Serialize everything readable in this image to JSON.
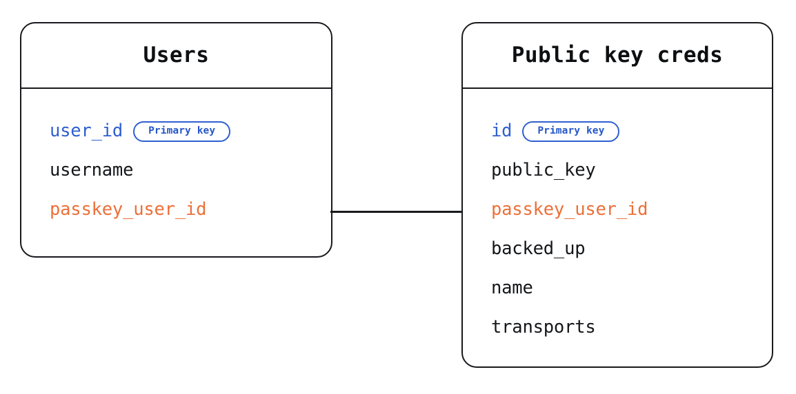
{
  "diagram": {
    "kind": "entity-relationship-diagram",
    "background_color": "#ffffff",
    "colors": {
      "border": "#17191c",
      "text_default": "#141619",
      "accent_blue": "#2f5fd0",
      "accent_orange": "#ec7039",
      "badge_border": "#2f5fd0",
      "badge_text": "#2557c9",
      "connector": "#17191c"
    },
    "entities": [
      {
        "id": "users",
        "title": "Users",
        "fields": [
          {
            "name": "user_id",
            "color_role": "accent-blue",
            "badge": "Primary key"
          },
          {
            "name": "username",
            "color_role": "accent-default",
            "badge": null
          },
          {
            "name": "passkey_user_id",
            "color_role": "accent-orange",
            "badge": null
          }
        ]
      },
      {
        "id": "public_key_creds",
        "title": "Public key creds",
        "fields": [
          {
            "name": "id",
            "color_role": "accent-blue",
            "badge": "Primary key"
          },
          {
            "name": "public_key",
            "color_role": "accent-default",
            "badge": null
          },
          {
            "name": "passkey_user_id",
            "color_role": "accent-orange",
            "badge": null
          },
          {
            "name": "backed_up",
            "color_role": "accent-default",
            "badge": null
          },
          {
            "name": "name",
            "color_role": "accent-default",
            "badge": null
          },
          {
            "name": "transports",
            "color_role": "accent-default",
            "badge": null
          }
        ]
      }
    ],
    "relationships": [
      {
        "from_entity": "users",
        "from_field": "passkey_user_id",
        "to_entity": "public_key_creds",
        "to_field": "passkey_user_id",
        "style": "straight-line"
      }
    ]
  }
}
